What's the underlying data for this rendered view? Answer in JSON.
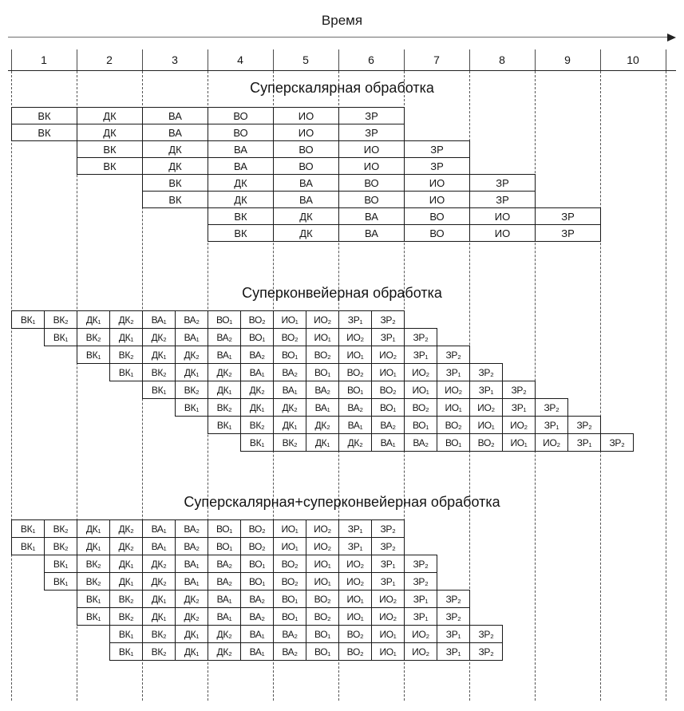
{
  "page": {
    "time_axis_label": "Время"
  },
  "timeline": {
    "tick_labels": [
      "1",
      "2",
      "3",
      "4",
      "5",
      "6",
      "7",
      "8",
      "9",
      "10"
    ],
    "num_slots": 10
  },
  "sections": [
    {
      "id": "superscalar",
      "title": "Суперскалярная обработка",
      "cells": [
        "ВК",
        "ДК",
        "ВА",
        "ВО",
        "ИО",
        "ЗР"
      ],
      "cell_width_half_slots": 2,
      "row_starts_half_slots": [
        0,
        0,
        2,
        2,
        4,
        4,
        6,
        6
      ]
    },
    {
      "id": "superpipeline",
      "title": "Суперконвейерная обработка",
      "cells": [
        "ВК₁",
        "ВК₂",
        "ДК₁",
        "ДК₂",
        "ВА₁",
        "ВА₂",
        "ВО₁",
        "ВО₂",
        "ИО₁",
        "ИО₂",
        "ЗР₁",
        "ЗР₂"
      ],
      "cell_width_half_slots": 1,
      "row_starts_half_slots": [
        0,
        1,
        2,
        3,
        4,
        5,
        6,
        7
      ]
    },
    {
      "id": "superscalar-superpipeline",
      "title": "Суперскалярная+суперконвейерная обработка",
      "cells": [
        "ВК₁",
        "ВК₂",
        "ДК₁",
        "ДК₂",
        "ВА₁",
        "ВА₂",
        "ВО₁",
        "ВО₂",
        "ИО₁",
        "ИО₂",
        "ЗР₁",
        "ЗР₂"
      ],
      "cell_width_half_slots": 1,
      "row_starts_half_slots": [
        0,
        0,
        1,
        1,
        2,
        2,
        3,
        3
      ]
    }
  ],
  "colors": {
    "ink": "#161616",
    "grid_dash": "#555555",
    "cell_border": "#191919",
    "cell_bg": "#ffffff"
  }
}
